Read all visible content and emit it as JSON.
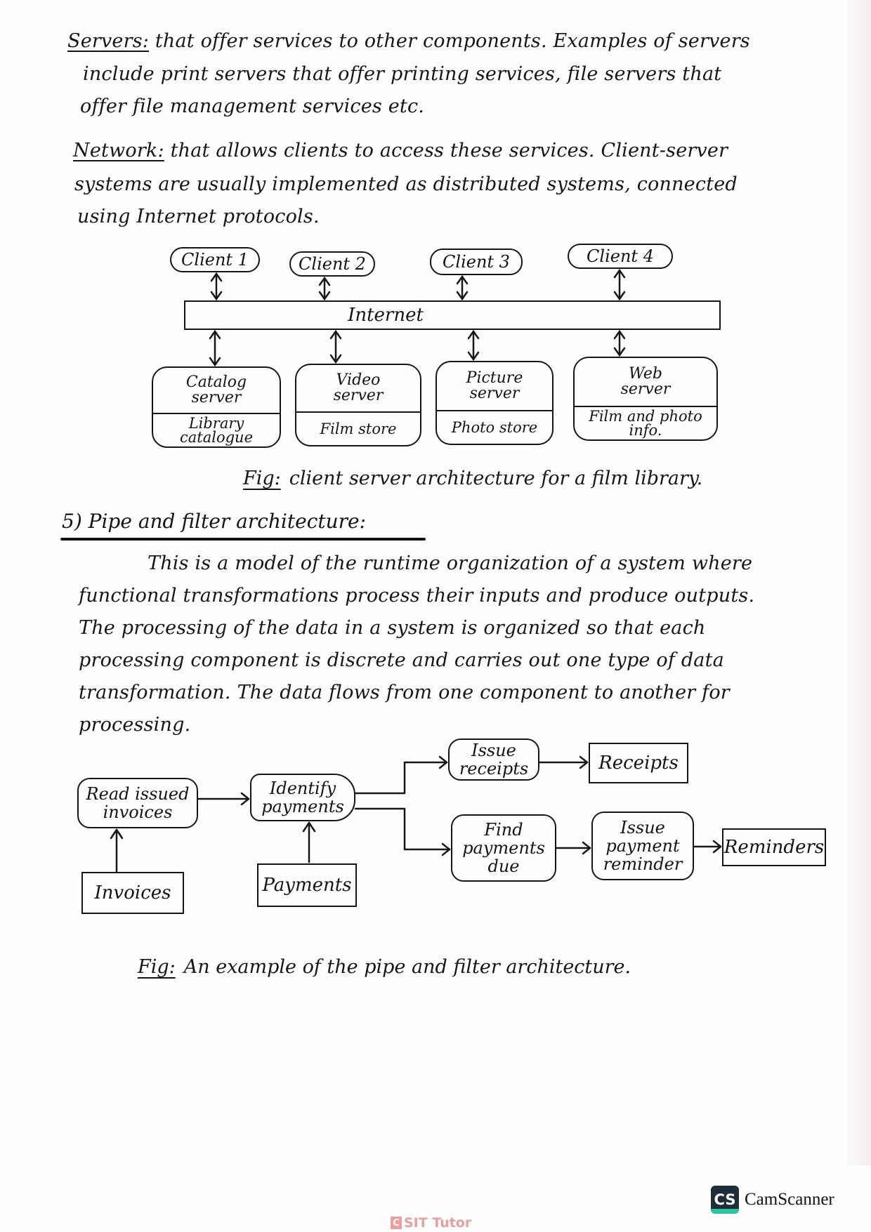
{
  "section_servers": {
    "term": "Servers:",
    "lines": [
      "that offer services to other components. Examples of servers",
      "include print servers that offer printing services, file servers that",
      "offer file management services etc."
    ]
  },
  "section_network": {
    "term": "Network:",
    "lines": [
      "that allows clients to access these services. Client-server",
      "systems are usually implemented as distributed systems, connected",
      "using Internet protocols."
    ]
  },
  "client_server_diagram": {
    "clients": [
      "Client 1",
      "Client 2",
      "Client 3",
      "Client 4"
    ],
    "network_label": "Internet",
    "servers": [
      {
        "name_line1": "Catalog",
        "name_line2": "server",
        "store_line1": "Library",
        "store_line2": "catalogue"
      },
      {
        "name_line1": "Video",
        "name_line2": "server",
        "store_line1": "Film store",
        "store_line2": ""
      },
      {
        "name_line1": "Picture",
        "name_line2": "server",
        "store_line1": "Photo store",
        "store_line2": ""
      },
      {
        "name_line1": "Web",
        "name_line2": "server",
        "store_line1": "Film and photo",
        "store_line2": "info."
      }
    ],
    "caption_fig": "Fig:",
    "caption_text": "client server architecture for a film library."
  },
  "section_pipe_filter": {
    "heading": "5) Pipe and filter architecture:",
    "lines": [
      "This is a model of the runtime organization of a system where",
      "functional transformations process their inputs and produce outputs.",
      "The processing of the data in a system is organized so that each",
      "processing component is discrete and carries out one type of data",
      "transformation. The data flows from one component to another for",
      "processing."
    ]
  },
  "pipe_filter_diagram": {
    "filters": {
      "read_invoices": {
        "line1": "Read issued",
        "line2": "invoices"
      },
      "identify_payments": {
        "line1": "Identify",
        "line2": "payments"
      },
      "issue_receipts": {
        "line1": "Issue",
        "line2": "receipts"
      },
      "find_payments_due": {
        "line1": "Find",
        "line2": "payments",
        "line3": "due"
      },
      "issue_reminder": {
        "line1": "Issue",
        "line2": "payment",
        "line3": "reminder"
      }
    },
    "stores": {
      "invoices": "Invoices",
      "payments": "Payments",
      "receipts": "Receipts",
      "reminders": "Reminders"
    },
    "caption_fig": "Fig:",
    "caption_text": "An example of the pipe and filter architecture."
  },
  "footer": {
    "camscanner_logo": "CS",
    "camscanner_label": "CamScanner",
    "sit_logo": "C",
    "sit_label": "SIT Tutor"
  }
}
